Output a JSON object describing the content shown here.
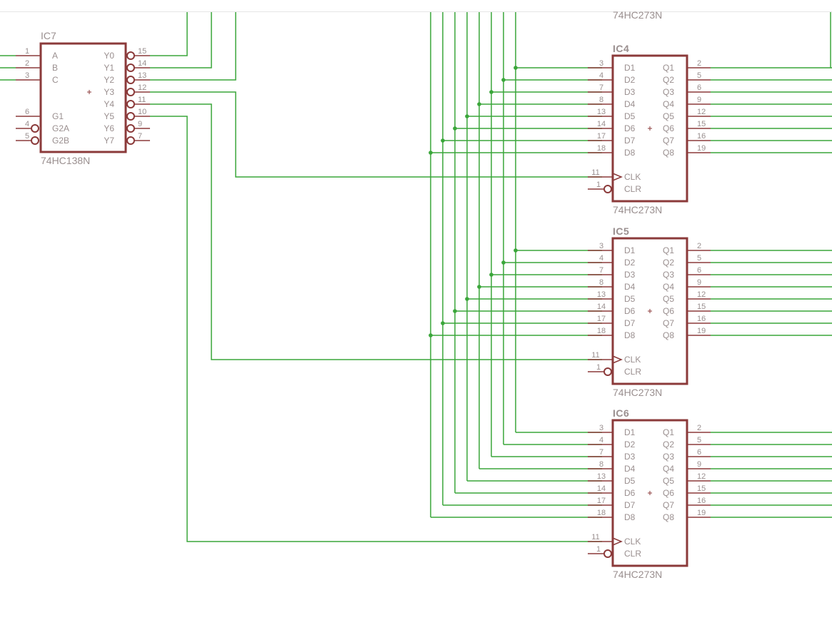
{
  "colors": {
    "wire": "#3aa63a",
    "part": "#8b3a3a",
    "text": "#9a8f8f",
    "frame": "#e6e6e6"
  },
  "ic7": {
    "name": "IC7",
    "value": "74HC138N",
    "left_pins": [
      {
        "num": "1",
        "label": "A",
        "inverted": false
      },
      {
        "num": "2",
        "label": "B",
        "inverted": false
      },
      {
        "num": "3",
        "label": "C",
        "inverted": false
      },
      {
        "num": "6",
        "label": "G1",
        "inverted": false
      },
      {
        "num": "4",
        "label": "G2A",
        "inverted": true
      },
      {
        "num": "5",
        "label": "G2B",
        "inverted": true
      }
    ],
    "right_pins": [
      {
        "num": "15",
        "label": "Y0"
      },
      {
        "num": "14",
        "label": "Y1"
      },
      {
        "num": "13",
        "label": "Y2"
      },
      {
        "num": "12",
        "label": "Y3"
      },
      {
        "num": "11",
        "label": "Y4"
      },
      {
        "num": "10",
        "label": "Y5"
      },
      {
        "num": "9",
        "label": "Y6"
      },
      {
        "num": "7",
        "label": "Y7"
      }
    ]
  },
  "latch_top_value": "74HC273N",
  "latches": [
    {
      "name": "IC4",
      "value": "74HC273N",
      "d_pins": [
        {
          "num": "3",
          "label": "D1"
        },
        {
          "num": "4",
          "label": "D2"
        },
        {
          "num": "7",
          "label": "D3"
        },
        {
          "num": "8",
          "label": "D4"
        },
        {
          "num": "13",
          "label": "D5"
        },
        {
          "num": "14",
          "label": "D6"
        },
        {
          "num": "17",
          "label": "D7"
        },
        {
          "num": "18",
          "label": "D8"
        }
      ],
      "q_pins": [
        {
          "num": "2",
          "label": "Q1"
        },
        {
          "num": "5",
          "label": "Q2"
        },
        {
          "num": "6",
          "label": "Q3"
        },
        {
          "num": "9",
          "label": "Q4"
        },
        {
          "num": "12",
          "label": "Q5"
        },
        {
          "num": "15",
          "label": "Q6"
        },
        {
          "num": "16",
          "label": "Q7"
        },
        {
          "num": "19",
          "label": "Q8"
        }
      ],
      "clk": {
        "num": "11",
        "label": "CLK"
      },
      "clr": {
        "num": "1",
        "label": "CLR"
      }
    },
    {
      "name": "IC5",
      "value": "74HC273N",
      "d_pins": [
        {
          "num": "3",
          "label": "D1"
        },
        {
          "num": "4",
          "label": "D2"
        },
        {
          "num": "7",
          "label": "D3"
        },
        {
          "num": "8",
          "label": "D4"
        },
        {
          "num": "13",
          "label": "D5"
        },
        {
          "num": "14",
          "label": "D6"
        },
        {
          "num": "17",
          "label": "D7"
        },
        {
          "num": "18",
          "label": "D8"
        }
      ],
      "q_pins": [
        {
          "num": "2",
          "label": "Q1"
        },
        {
          "num": "5",
          "label": "Q2"
        },
        {
          "num": "6",
          "label": "Q3"
        },
        {
          "num": "9",
          "label": "Q4"
        },
        {
          "num": "12",
          "label": "Q5"
        },
        {
          "num": "15",
          "label": "Q6"
        },
        {
          "num": "16",
          "label": "Q7"
        },
        {
          "num": "19",
          "label": "Q8"
        }
      ],
      "clk": {
        "num": "11",
        "label": "CLK"
      },
      "clr": {
        "num": "1",
        "label": "CLR"
      }
    },
    {
      "name": "IC6",
      "value": "74HC273N",
      "d_pins": [
        {
          "num": "3",
          "label": "D1"
        },
        {
          "num": "4",
          "label": "D2"
        },
        {
          "num": "7",
          "label": "D3"
        },
        {
          "num": "8",
          "label": "D4"
        },
        {
          "num": "13",
          "label": "D5"
        },
        {
          "num": "14",
          "label": "D6"
        },
        {
          "num": "17",
          "label": "D7"
        },
        {
          "num": "18",
          "label": "D8"
        }
      ],
      "q_pins": [
        {
          "num": "2",
          "label": "Q1"
        },
        {
          "num": "5",
          "label": "Q2"
        },
        {
          "num": "6",
          "label": "Q3"
        },
        {
          "num": "9",
          "label": "Q4"
        },
        {
          "num": "12",
          "label": "Q5"
        },
        {
          "num": "15",
          "label": "Q6"
        },
        {
          "num": "16",
          "label": "Q7"
        },
        {
          "num": "19",
          "label": "Q8"
        }
      ],
      "clk": {
        "num": "11",
        "label": "CLK"
      },
      "clr": {
        "num": "1",
        "label": "CLR"
      }
    }
  ]
}
